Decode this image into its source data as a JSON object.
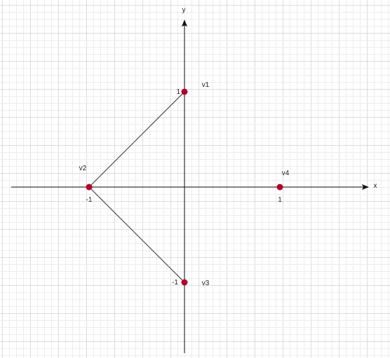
{
  "axes": {
    "x_label": "x",
    "y_label": "y",
    "x_tick_labels": [
      "-1",
      "1"
    ],
    "y_tick_labels": [
      "1",
      "-1"
    ]
  },
  "vertices": [
    {
      "name": "v1",
      "x": 0,
      "y": 1
    },
    {
      "name": "v2",
      "x": -1,
      "y": 0
    },
    {
      "name": "v3",
      "x": 0,
      "y": -1
    },
    {
      "name": "v4",
      "x": 1,
      "y": 0
    }
  ],
  "edges": [
    [
      "v1",
      "v2"
    ],
    [
      "v2",
      "v3"
    ]
  ],
  "colors": {
    "vertex": "#b0002a",
    "axis": "#111111",
    "edge": "#333333",
    "grid_minor": "#ececec",
    "grid_major": "#dcdcdc"
  }
}
